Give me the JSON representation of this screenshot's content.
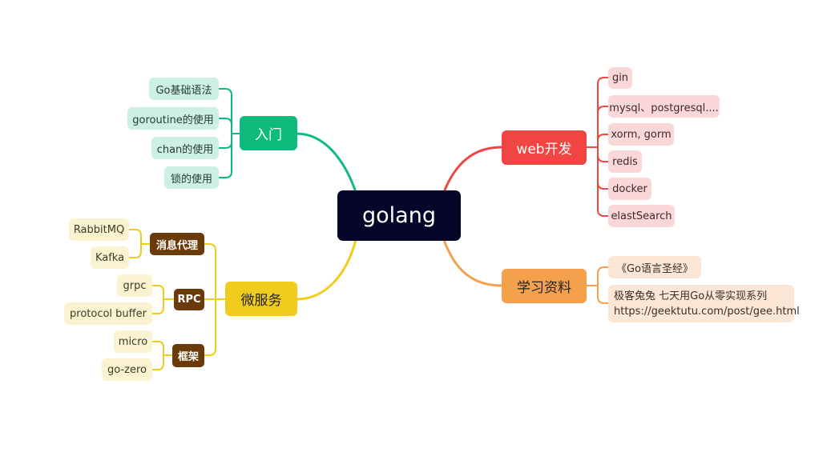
{
  "root": "golang",
  "colors": {
    "root": "#05062a",
    "intro": "#0dbb7d",
    "web": "#f04542",
    "micro": "#f0cd1c",
    "sub_brown": "#6a3a09",
    "study": "#f5a04c"
  },
  "intro": {
    "label": "入门",
    "items": [
      "Go基础语法",
      "goroutine的使用",
      "chan的使用",
      "锁的使用"
    ]
  },
  "microservices": {
    "label": "微服务",
    "groups": [
      {
        "label": "消息代理",
        "items": [
          "RabbitMQ",
          "Kafka"
        ]
      },
      {
        "label": "RPC",
        "items": [
          "grpc",
          "protocol buffer"
        ]
      },
      {
        "label": "框架",
        "items": [
          "micro",
          "go-zero"
        ]
      }
    ]
  },
  "web": {
    "label": "web开发",
    "items": [
      "gin",
      "mysql、postgresql....",
      "xorm, gorm",
      "redis",
      "docker",
      "elastSearch"
    ]
  },
  "study": {
    "label": "学习资料",
    "book": "《Go语言圣经》",
    "resource_line1": "极客兔兔 七天用Go从零实现系列",
    "resource_line2": "https://geektutu.com/post/gee.html"
  }
}
